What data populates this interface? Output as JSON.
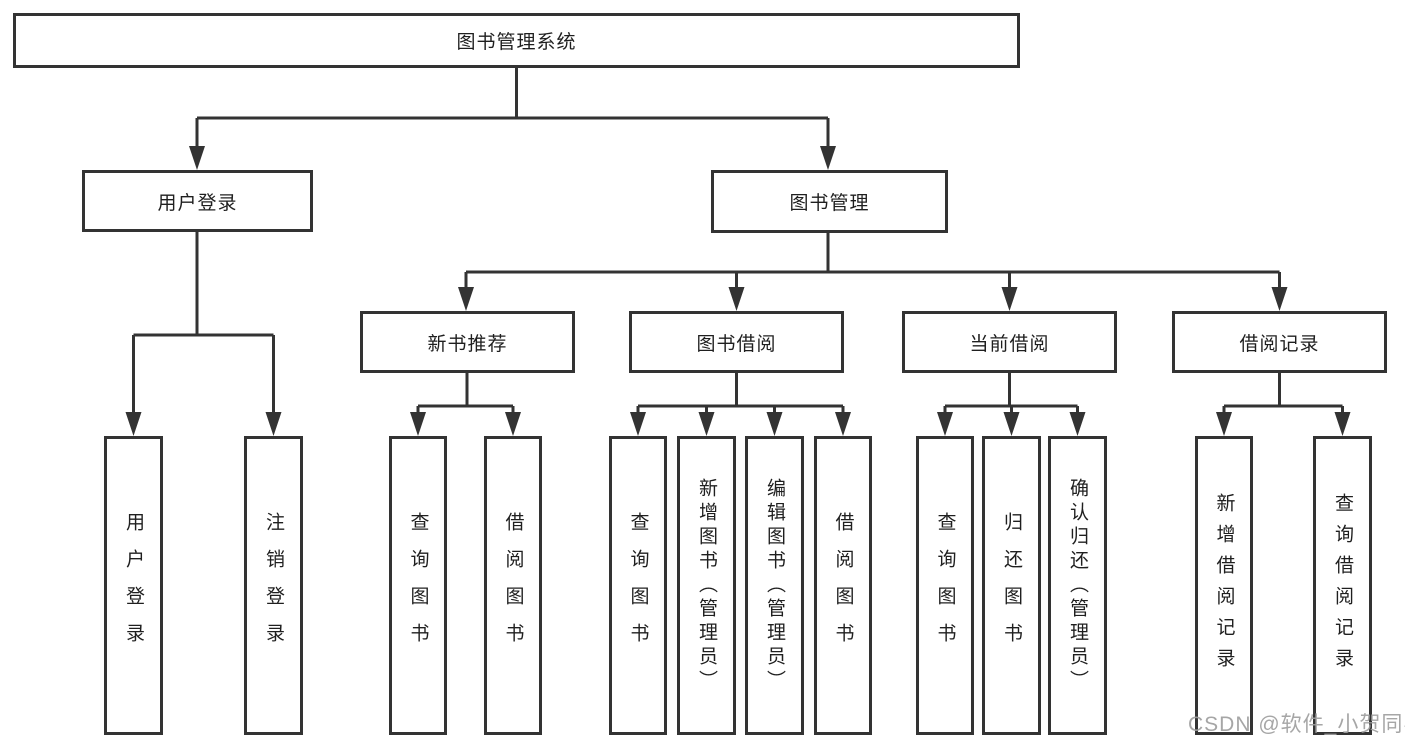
{
  "diagram": {
    "root": {
      "label": "图书管理系统"
    },
    "branches": [
      {
        "label": "用户登录",
        "children": [
          {
            "label": "用户登录"
          },
          {
            "label": "注销登录"
          }
        ]
      },
      {
        "label": "图书管理",
        "children": [
          {
            "label": "新书推荐",
            "children": [
              {
                "label": "查询图书"
              },
              {
                "label": "借阅图书"
              }
            ]
          },
          {
            "label": "图书借阅",
            "children": [
              {
                "label": "查询图书"
              },
              {
                "label": "新增图书（管理员）"
              },
              {
                "label": "编辑图书（管理员）"
              },
              {
                "label": "借阅图书"
              }
            ]
          },
          {
            "label": "当前借阅",
            "children": [
              {
                "label": "查询图书"
              },
              {
                "label": "归还图书"
              },
              {
                "label": "确认归还（管理员）"
              }
            ]
          },
          {
            "label": "借阅记录",
            "children": [
              {
                "label": "新增借阅记录"
              },
              {
                "label": "查询借阅记录"
              }
            ]
          }
        ]
      }
    ]
  },
  "watermark": "CSDN @软件_小贺同学",
  "colors": {
    "background": "#ffffff",
    "box_border": "#333333",
    "connector_line": "#333333",
    "text": "#1f1f1f",
    "watermark_text": "#9e9e9e"
  }
}
